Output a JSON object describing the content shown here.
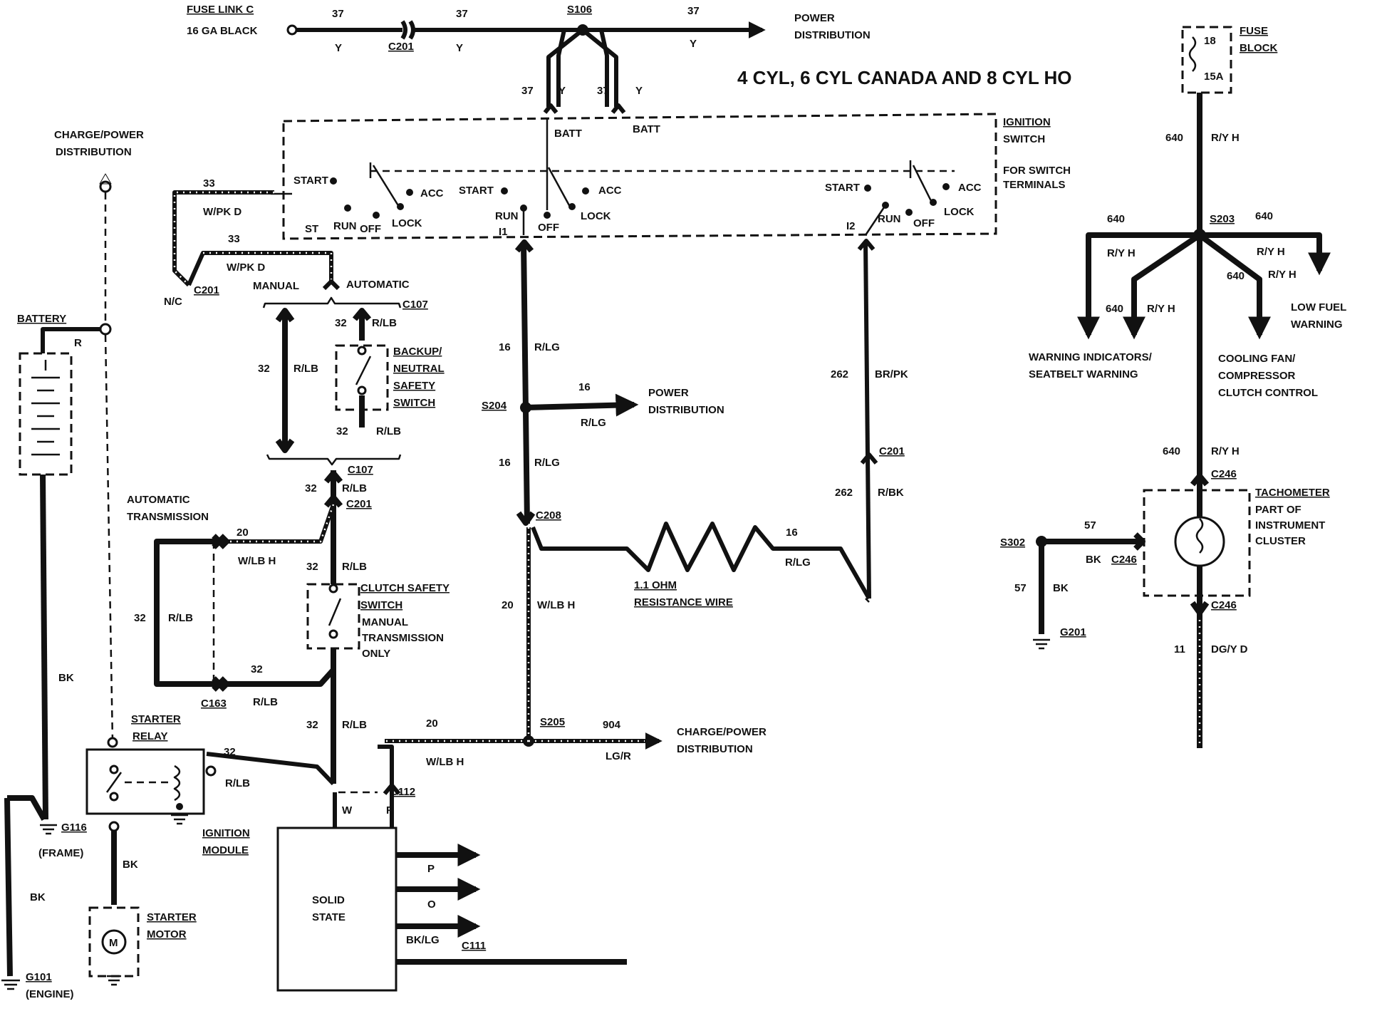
{
  "title": "4 CYL, 6 CYL CANADA AND 8 CYL HO",
  "top": {
    "fuse_link": "FUSE LINK C",
    "fuse_gauge": "16 GA BLACK",
    "circuit_37": "37",
    "color_y": "Y",
    "connector_c201": "C201",
    "splice_s106": "S106",
    "power_distribution_1": "POWER",
    "power_distribution_2": "DISTRIBUTION",
    "batt": "BATT"
  },
  "ignition_switch": {
    "title_1": "IGNITION",
    "title_2": "SWITCH",
    "note_1": "FOR SWITCH",
    "note_2": "TERMINALS",
    "start": "START",
    "run": "RUN",
    "off": "OFF",
    "lock": "LOCK",
    "acc": "ACC",
    "st": "ST",
    "i1": "I1",
    "i2": "I2"
  },
  "left": {
    "charge_power_1": "CHARGE/POWER",
    "charge_power_2": "DISTRIBUTION",
    "circuit_33": "33",
    "color_wpk": "W/PK D",
    "nc": "N/C",
    "c201": "C201",
    "manual": "MANUAL",
    "automatic": "AUTOMATIC",
    "c107": "C107",
    "battery": "BATTERY",
    "color_r": "R",
    "color_bk": "BK",
    "g116": "G116",
    "frame": "(FRAME)",
    "g101": "G101",
    "engine": "(ENGINE)"
  },
  "backup_switch": {
    "l1": "BACKUP/",
    "l2": "NEUTRAL",
    "l3": "SAFETY",
    "l4": "SWITCH",
    "circuit_32": "32",
    "color_rlb": "R/LB"
  },
  "transmission": {
    "auto_1": "AUTOMATIC",
    "auto_2": "TRANSMISSION",
    "circuit_20": "20",
    "color_wlbh": "W/LB H",
    "c163": "C163",
    "c107": "C107",
    "c201": "C201"
  },
  "clutch_switch": {
    "l1": "CLUTCH SAFETY",
    "l2": "SWITCH",
    "n1": "MANUAL",
    "n2": "TRANSMISSION",
    "n3": "ONLY"
  },
  "starter": {
    "relay_1": "STARTER",
    "relay_2": "RELAY",
    "motor_1": "STARTER",
    "motor_2": "MOTOR",
    "motor_symbol": "M",
    "ignition_module_1": "IGNITION",
    "ignition_module_2": "MODULE"
  },
  "module": {
    "l1": "SOLID",
    "l2": "STATE",
    "w": "W",
    "r": "R",
    "c112": "C112",
    "p": "P",
    "o": "O",
    "bklg": "BK/LG",
    "c111": "C111"
  },
  "center": {
    "circuit_16": "16",
    "color_rlg": "R/LG",
    "s204": "S204",
    "power_1": "POWER",
    "power_2": "DISTRIBUTION",
    "c208": "C208",
    "resistance_1": "1.1 OHM",
    "resistance_2": "RESISTANCE WIRE",
    "circuit_20": "20",
    "color_wlbh": "W/LB H",
    "s205": "S205",
    "circuit_904": "904",
    "color_lgr": "LG/R",
    "charge_1": "CHARGE/POWER",
    "charge_2": "DISTRIBUTION",
    "circuit_262": "262",
    "color_brpk": "BR/PK",
    "color_rbk": "R/BK",
    "c201": "C201"
  },
  "right": {
    "fuse_1": "FUSE",
    "fuse_2": "BLOCK",
    "fuse_num": "18",
    "fuse_amp": "15A",
    "circuit_640": "640",
    "color_ryh": "R/Y H",
    "s203": "S203",
    "low_fuel_1": "LOW FUEL",
    "low_fuel_2": "WARNING",
    "warn_1": "WARNING INDICATORS/",
    "warn_2": "SEATBELT WARNING",
    "cool_1": "COOLING FAN/",
    "cool_2": "COMPRESSOR",
    "cool_3": "CLUTCH CONTROL",
    "c246": "C246",
    "tach_1": "TACHOMETER",
    "tach_2": "PART OF",
    "tach_3": "INSTRUMENT",
    "tach_4": "CLUSTER",
    "circuit_57": "57",
    "color_bk": "BK",
    "s302": "S302",
    "g201": "G201",
    "circuit_11": "11",
    "color_dgyd": "DG/Y D"
  }
}
